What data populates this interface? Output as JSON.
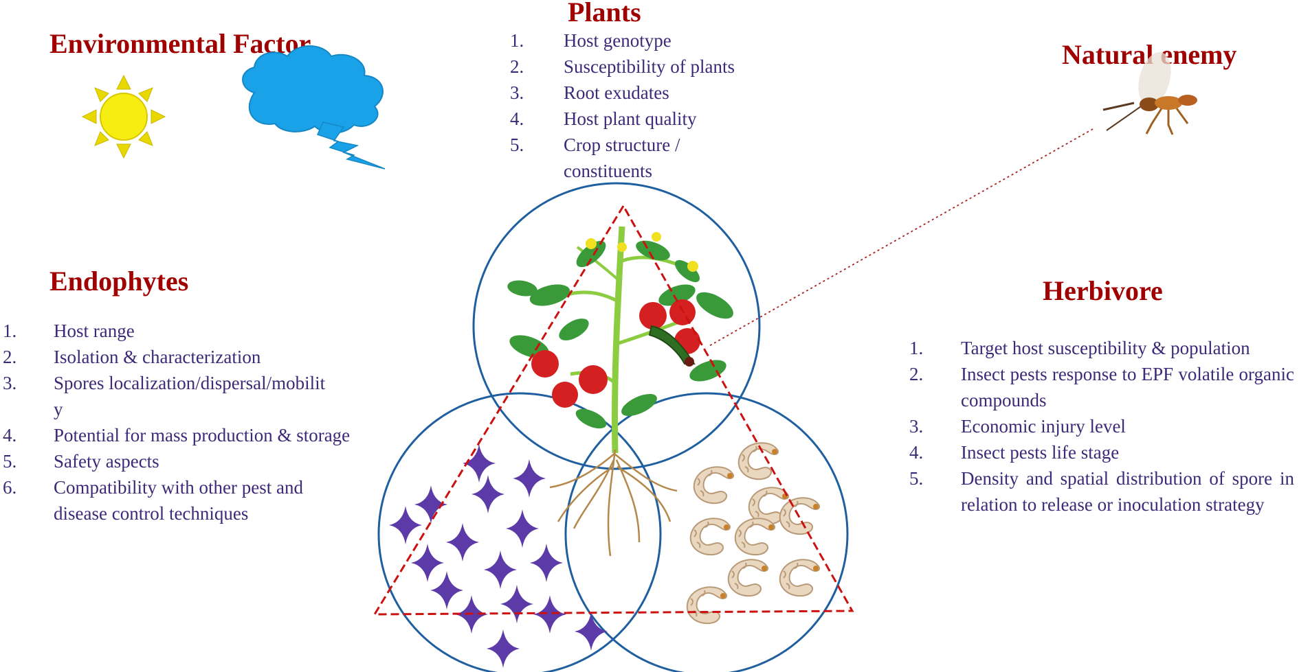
{
  "headings": {
    "environmental": "Environmental Factor",
    "plants": "Plants",
    "natural_enemy": "Natural enemy",
    "endophytes": "Endophytes",
    "herbivore": "Herbivore"
  },
  "plants": [
    {
      "num": "1.",
      "text": "Host genotype"
    },
    {
      "num": "2.",
      "text": "Susceptibility of plants"
    },
    {
      "num": "3.",
      "text": "Root exudates"
    },
    {
      "num": "4.",
      "text": "Host plant quality"
    },
    {
      "num": "5.",
      "text": "Crop structure / constituents"
    }
  ],
  "endophytes": [
    {
      "num": "1.",
      "text": "Host range"
    },
    {
      "num": "2.",
      "text": "Isolation & characterization"
    },
    {
      "num": "3.",
      "text": "Spores localization/dispersal/mobilit y"
    },
    {
      "num": "4.",
      "text": "Potential for mass production & storage"
    },
    {
      "num": "5.",
      "text": "Safety aspects"
    },
    {
      "num": "6.",
      "text": "Compatibility with other pest and disease control techniques"
    }
  ],
  "herbivore": [
    {
      "num": "1.",
      "text": "Target host susceptibility & population"
    },
    {
      "num": "2.",
      "text": "Insect pests response to EPF volatile organic compounds"
    },
    {
      "num": "3.",
      "text": "Economic injury level"
    },
    {
      "num": "4.",
      "text": "Insect pests life stage"
    },
    {
      "num": "5.",
      "text": "Density and spatial distribution of spore in relation to release or inoculation strategy"
    }
  ],
  "colors": {
    "heading": "#a00000",
    "list_text": "#3c2a78",
    "circle_stroke": "#1f5fa0",
    "triangle": "#cc1111",
    "sun": "#f2e600",
    "cloud": "#1aa3e8",
    "spore": "#5c3aa8",
    "leaf": "#3a9a3a",
    "tomato": "#d42020"
  },
  "icons": [
    "sun-icon",
    "cloud-icon",
    "wasp-icon",
    "tomato-plant-icon",
    "spore-icon",
    "grub-icon",
    "caterpillar-icon"
  ]
}
